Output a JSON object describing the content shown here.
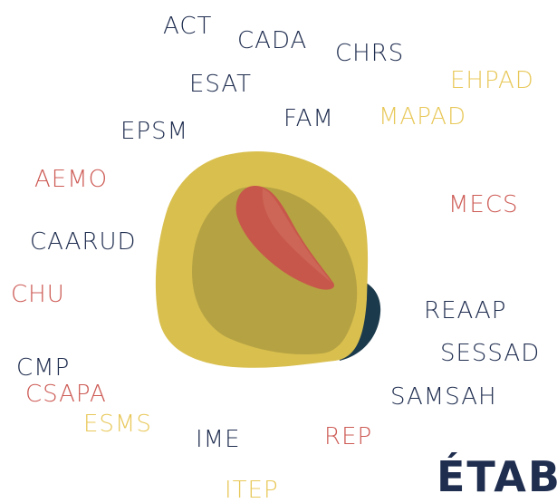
{
  "colors": {
    "navy": "#1f2d4f",
    "gold": "#e8c85a",
    "red": "#cd5b55",
    "blob_yellow": "#d9bf4e",
    "blob_olive": "#b5a243",
    "blob_teal": "#1b3a4b",
    "blob_red": "#c7574a"
  },
  "title": "ÉTAB",
  "words": {
    "act": "ACT",
    "cada": "CADA",
    "chrs": "CHRS",
    "ehpad": "EHPAD",
    "esat": "ESAT",
    "fam": "FAM",
    "mapad": "MAPAD",
    "epsm": "EPSM",
    "aemo": "AEMO",
    "mecs": "MECS",
    "caarud": "CAARUD",
    "chu": "CHU",
    "reaap": "REAAP",
    "sessad": "SESSAD",
    "cmp": "CMP",
    "csapa": "CSAPA",
    "samsah": "SAMSAH",
    "esms": "ESMS",
    "ime": "IME",
    "rep": "REP",
    "itep": "ITEP"
  }
}
